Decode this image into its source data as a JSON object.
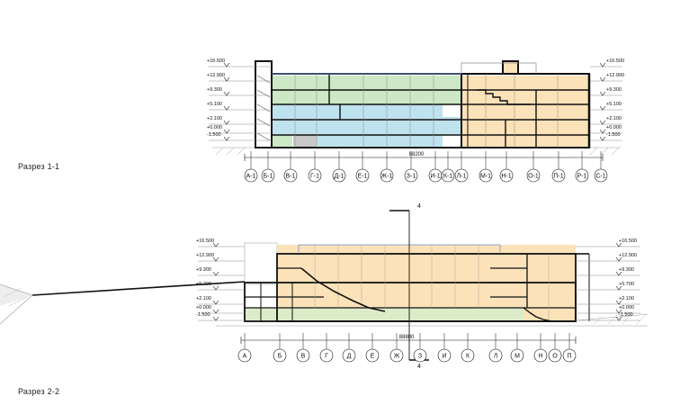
{
  "sections": [
    {
      "title": "Разрез 1-1",
      "levels_left": [
        "+16.500",
        "+12.900",
        "+9.300",
        "+5.100",
        "+2.100",
        "+0.000",
        "-1.500"
      ],
      "levels_right": [
        "+16.500",
        "+12.900",
        "+9.300",
        "+5.100",
        "+2.100",
        "+0.000",
        "-1.500"
      ],
      "dimension": "88200",
      "axes": [
        "А-1",
        "Б-1",
        "В-1",
        "Г-1",
        "Д-1",
        "Е-1",
        "Ж-1",
        "З-1",
        "И-1",
        "К-1",
        "Л-1",
        "М-1",
        "Н-1",
        "О-1",
        "П-1",
        "Р-1",
        "С-1"
      ]
    },
    {
      "title": "Разрез 2-2",
      "levels_left": [
        "+16.500",
        "+12.900",
        "+9.300",
        "+5.700",
        "+2.100",
        "+0.000",
        "-1.500"
      ],
      "levels_right": [
        "+16.500",
        "+12.900",
        "+9.300",
        "+5.700",
        "+2.100",
        "+0.000",
        "-1.500"
      ],
      "dimension": "88800",
      "cut_mark": "4",
      "axes": [
        "А",
        "Б",
        "В",
        "Г",
        "Д",
        "Е",
        "Ж",
        "З",
        "И",
        "К",
        "Л",
        "М",
        "Н",
        "О",
        "П"
      ]
    }
  ],
  "colors": {
    "green": "#cde8c4",
    "blue": "#bfe3ee",
    "orange": "#fbe2b8",
    "gray": "#c8c8c8",
    "line": "#111111",
    "thin": "#8a8a8a"
  }
}
